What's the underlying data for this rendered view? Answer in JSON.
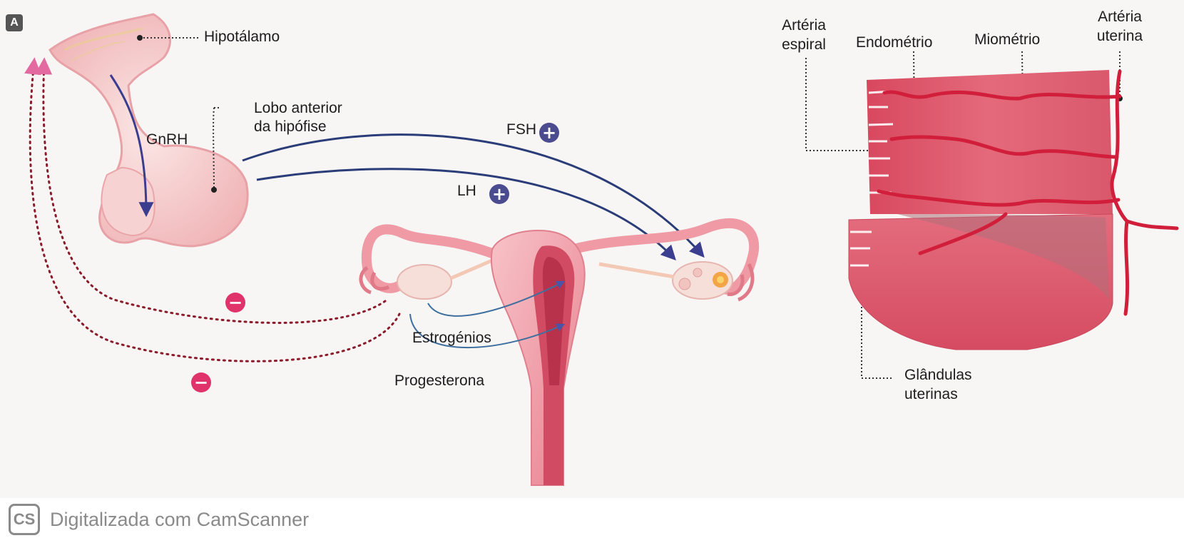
{
  "panel_label": "A",
  "labels": {
    "hipotalamo": "Hipotálamo",
    "lobo_anterior": [
      "Lobo anterior",
      "da hipófise"
    ],
    "gnrh": "GnRH",
    "fsh": "FSH",
    "lh": "LH",
    "estrogenios": "Estrogénios",
    "progesterona": "Progesterona",
    "arteria_espiral": [
      "Artéria",
      "espiral"
    ],
    "endometrio": "Endométrio",
    "miometrio": "Miométrio",
    "arteria_uterina": [
      "Artéria",
      "uterina"
    ],
    "glandulas_uterinas": [
      "Glândulas",
      "uterinas"
    ]
  },
  "badges": {
    "plus": "+",
    "minus": "−"
  },
  "colors": {
    "tissue": "#f2a5ad",
    "tissue_dark": "#d9485f",
    "artery": "#d11f3b",
    "plus_badge": "#4b4b8f",
    "minus_badge": "#e0336a",
    "arrow_blue": "#2b3d78",
    "feedback_dotted": "#8b1a2b"
  },
  "watermark": {
    "logo": "CS",
    "text": "Digitalizada com CamScanner"
  }
}
